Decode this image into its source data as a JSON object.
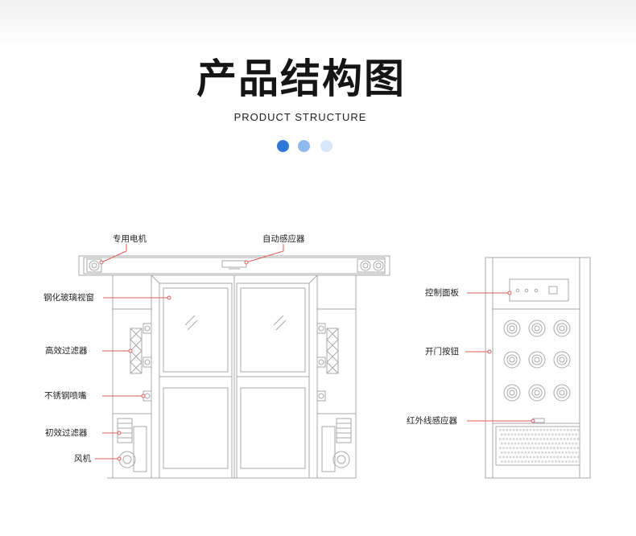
{
  "header": {
    "title": "产品结构图",
    "subtitle": "PRODUCT STRUCTURE",
    "dot_colors": [
      "#2d7ad6",
      "#8db9ec",
      "#d6e8fa"
    ]
  },
  "diagram": {
    "line_color": "#aaaaaa",
    "pointer_color": "#e05b5b",
    "front_labels": {
      "motor": "专用电机",
      "sensor": "自动感应器",
      "window": "钢化玻璃视窗",
      "hepa": "高效过滤器",
      "nozzle": "不锈钢喷嘴",
      "prefilter": "初效过滤器",
      "fan": "风机"
    },
    "side_labels": {
      "panel": "控制面板",
      "button": "开门按钮",
      "infrared": "红外线感应器"
    }
  }
}
